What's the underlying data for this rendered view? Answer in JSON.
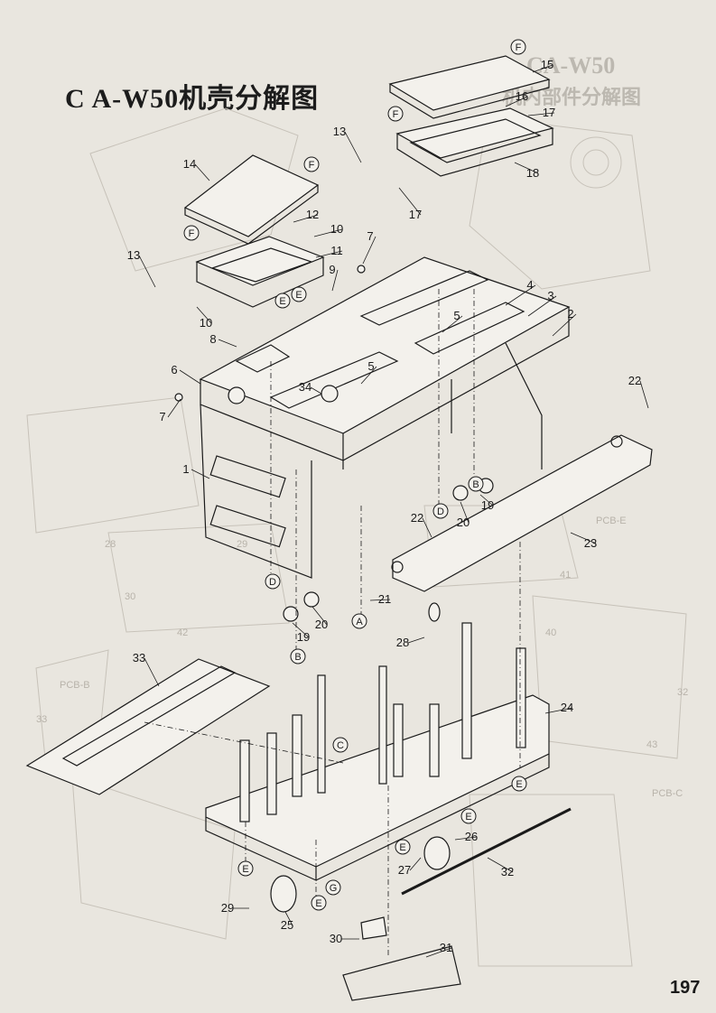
{
  "title": "C A-W50机壳分解图",
  "ghost_title": "CA-W50",
  "ghost_subtitle": "机内部件分解图",
  "page_number": "197",
  "parts": [
    {
      "id": "p1",
      "label": "1"
    },
    {
      "id": "p2",
      "label": "2"
    },
    {
      "id": "p3",
      "label": "3"
    },
    {
      "id": "p4",
      "label": "4"
    },
    {
      "id": "p5a",
      "label": "5"
    },
    {
      "id": "p5b",
      "label": "5"
    },
    {
      "id": "p6",
      "label": "6"
    },
    {
      "id": "p7a",
      "label": "7"
    },
    {
      "id": "p7b",
      "label": "7"
    },
    {
      "id": "p8",
      "label": "8"
    },
    {
      "id": "p9",
      "label": "9"
    },
    {
      "id": "p10a",
      "label": "10"
    },
    {
      "id": "p10b",
      "label": "10"
    },
    {
      "id": "p11",
      "label": "11"
    },
    {
      "id": "p12",
      "label": "12"
    },
    {
      "id": "p13a",
      "label": "13"
    },
    {
      "id": "p13b",
      "label": "13"
    },
    {
      "id": "p14",
      "label": "14"
    },
    {
      "id": "p15",
      "label": "15"
    },
    {
      "id": "p16",
      "label": "16"
    },
    {
      "id": "p17a",
      "label": "17"
    },
    {
      "id": "p17b",
      "label": "17"
    },
    {
      "id": "p18",
      "label": "18"
    },
    {
      "id": "p19a",
      "label": "19"
    },
    {
      "id": "p19b",
      "label": "19"
    },
    {
      "id": "p20a",
      "label": "20"
    },
    {
      "id": "p20b",
      "label": "20"
    },
    {
      "id": "p21",
      "label": "21"
    },
    {
      "id": "p22a",
      "label": "22"
    },
    {
      "id": "p22b",
      "label": "22"
    },
    {
      "id": "p23",
      "label": "23"
    },
    {
      "id": "p24",
      "label": "24"
    },
    {
      "id": "p25",
      "label": "25"
    },
    {
      "id": "p26",
      "label": "26"
    },
    {
      "id": "p27",
      "label": "27"
    },
    {
      "id": "p28",
      "label": "28"
    },
    {
      "id": "p29",
      "label": "29"
    },
    {
      "id": "p30",
      "label": "30"
    },
    {
      "id": "p31",
      "label": "31"
    },
    {
      "id": "p32",
      "label": "32"
    },
    {
      "id": "p33",
      "label": "33"
    },
    {
      "id": "p34",
      "label": "34"
    }
  ],
  "refs": [
    {
      "id": "rF1",
      "label": "F"
    },
    {
      "id": "rF2",
      "label": "F"
    },
    {
      "id": "rF3",
      "label": "F"
    },
    {
      "id": "rF4",
      "label": "F"
    },
    {
      "id": "rE1",
      "label": "E"
    },
    {
      "id": "rE2",
      "label": "E"
    },
    {
      "id": "rE3",
      "label": "E"
    },
    {
      "id": "rE4",
      "label": "E"
    },
    {
      "id": "rE5",
      "label": "E"
    },
    {
      "id": "rE6",
      "label": "E"
    },
    {
      "id": "rE7",
      "label": "E"
    },
    {
      "id": "rD1",
      "label": "D"
    },
    {
      "id": "rD2",
      "label": "D"
    },
    {
      "id": "rB1",
      "label": "B"
    },
    {
      "id": "rB2",
      "label": "B"
    },
    {
      "id": "rA",
      "label": "A"
    },
    {
      "id": "rC",
      "label": "C"
    },
    {
      "id": "rG",
      "label": "G"
    }
  ],
  "ghost_labels": [
    "PCB-B",
    "PCB-C",
    "PCB-E",
    "28",
    "29",
    "30",
    "32",
    "33",
    "40",
    "41",
    "42",
    "43"
  ]
}
